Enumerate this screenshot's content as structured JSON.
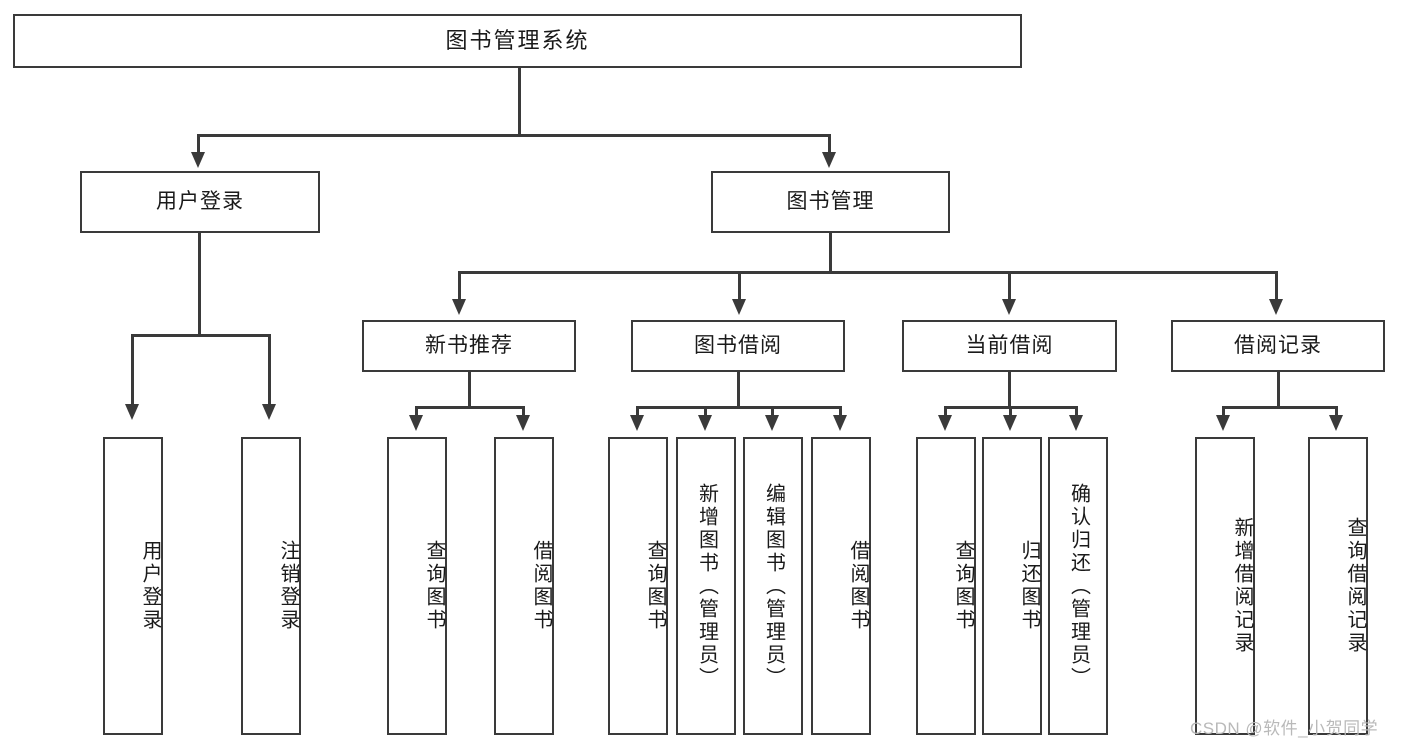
{
  "diagram": {
    "type": "tree-hierarchy-chart",
    "title_node": {
      "label": "图书管理系统"
    },
    "level2": [
      {
        "id": "user-login",
        "label": "用户登录"
      },
      {
        "id": "book-management",
        "label": "图书管理"
      }
    ],
    "level3": [
      {
        "id": "new-book-recommend",
        "label": "新书推荐"
      },
      {
        "id": "book-borrow",
        "label": "图书借阅"
      },
      {
        "id": "current-borrow",
        "label": "当前借阅"
      },
      {
        "id": "borrow-record",
        "label": "借阅记录"
      }
    ],
    "leaves": {
      "user_login": [
        {
          "label": "用户登录"
        },
        {
          "label": "注销登录"
        }
      ],
      "new_book_recommend": [
        {
          "label": "查询图书"
        },
        {
          "label": "借阅图书"
        }
      ],
      "book_borrow": [
        {
          "label": "查询图书"
        },
        {
          "label": "新增图书（管理员）"
        },
        {
          "label": "编辑图书（管理员）"
        },
        {
          "label": "借阅图书"
        }
      ],
      "current_borrow": [
        {
          "label": "查询图书"
        },
        {
          "label": "归还图书"
        },
        {
          "label": "确认归还（管理员）"
        }
      ],
      "borrow_record": [
        {
          "label": "新增借阅记录"
        },
        {
          "label": "查询借阅记录"
        }
      ]
    },
    "watermark": {
      "text": "CSDN @软件_小贺同学"
    },
    "colors": {
      "border": "#3a3a3a",
      "text": "#1a1a1a",
      "background": "#ffffff",
      "watermark": "#b9b9b9"
    }
  }
}
